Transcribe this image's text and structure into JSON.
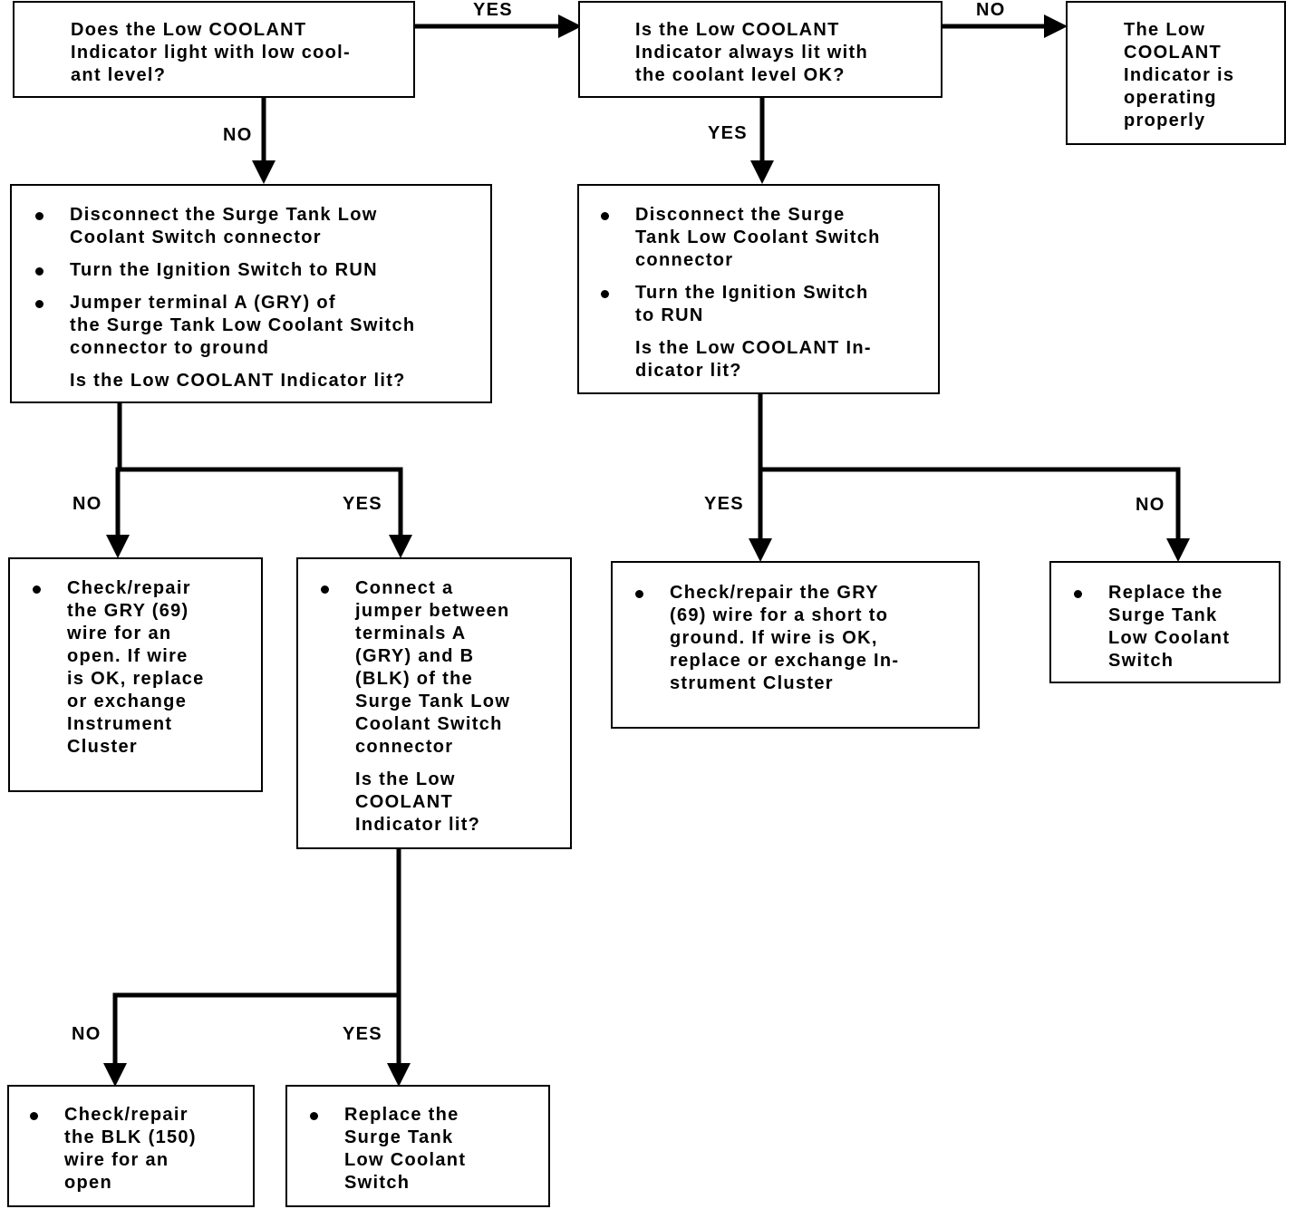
{
  "boxes": {
    "q1": {
      "lines": [
        "Does the Low COOLANT",
        "Indicator light with low cool-",
        "ant level?"
      ]
    },
    "q2": {
      "lines": [
        "Is the Low COOLANT",
        "Indicator always lit with",
        "the coolant level OK?"
      ]
    },
    "ok": {
      "lines": [
        "The Low",
        "COOLANT",
        "Indicator is",
        "operating",
        "properly"
      ]
    },
    "step_left": {
      "items": [
        [
          "Disconnect  the  Surge  Tank  Low",
          "Coolant Switch connector"
        ],
        [
          "Turn the Ignition Switch to RUN"
        ],
        [
          "Jumper terminal A (GRY) of",
          "the Surge Tank Low Coolant Switch",
          "connector to ground"
        ]
      ],
      "question": [
        "Is the Low COOLANT Indicator lit?"
      ]
    },
    "step_right": {
      "items": [
        [
          "Disconnect   the   Surge",
          "Tank Low Coolant Switch",
          "connector"
        ],
        [
          "Turn the Ignition Switch",
          "to RUN"
        ]
      ],
      "question": [
        "Is the Low COOLANT In-",
        "dicator lit?"
      ]
    },
    "check_gry_open": {
      "items": [
        [
          "Check/repair",
          "the GRY (69)",
          "wire for an",
          "open. If wire",
          "is OK, replace",
          "or exchange",
          "Instrument",
          "Cluster"
        ]
      ]
    },
    "connect_jumper": {
      "items": [
        [
          "Connect a",
          "jumper between",
          "terminals A",
          "(GRY) and B",
          "(BLK) of the",
          "Surge Tank Low",
          "Coolant Switch",
          "connector"
        ]
      ],
      "question": [
        "Is the Low",
        "COOLANT",
        "Indicator  lit?"
      ]
    },
    "check_gry_short": {
      "items": [
        [
          "Check/repair the GRY",
          "(69) wire for a short to",
          "ground. If wire is OK,",
          "replace or exchange In-",
          "strument Cluster"
        ]
      ]
    },
    "replace_switch_right": {
      "items": [
        [
          "Replace the",
          "Surge Tank",
          "Low Coolant",
          "Switch"
        ]
      ]
    },
    "check_blk_open": {
      "items": [
        [
          "Check/repair",
          "the BLK (150)",
          "wire for an",
          "open"
        ]
      ]
    },
    "replace_switch_bottom": {
      "items": [
        [
          "Replace the",
          "Surge Tank",
          "Low Coolant",
          "Switch"
        ]
      ]
    }
  },
  "labels": {
    "q1_yes": "YES",
    "q1_no": "NO",
    "q2_no": "NO",
    "q2_yes": "YES",
    "left_no": "NO",
    "left_yes": "YES",
    "right_yes": "YES",
    "right_no": "NO",
    "jumper_no": "NO",
    "jumper_yes": "YES"
  }
}
